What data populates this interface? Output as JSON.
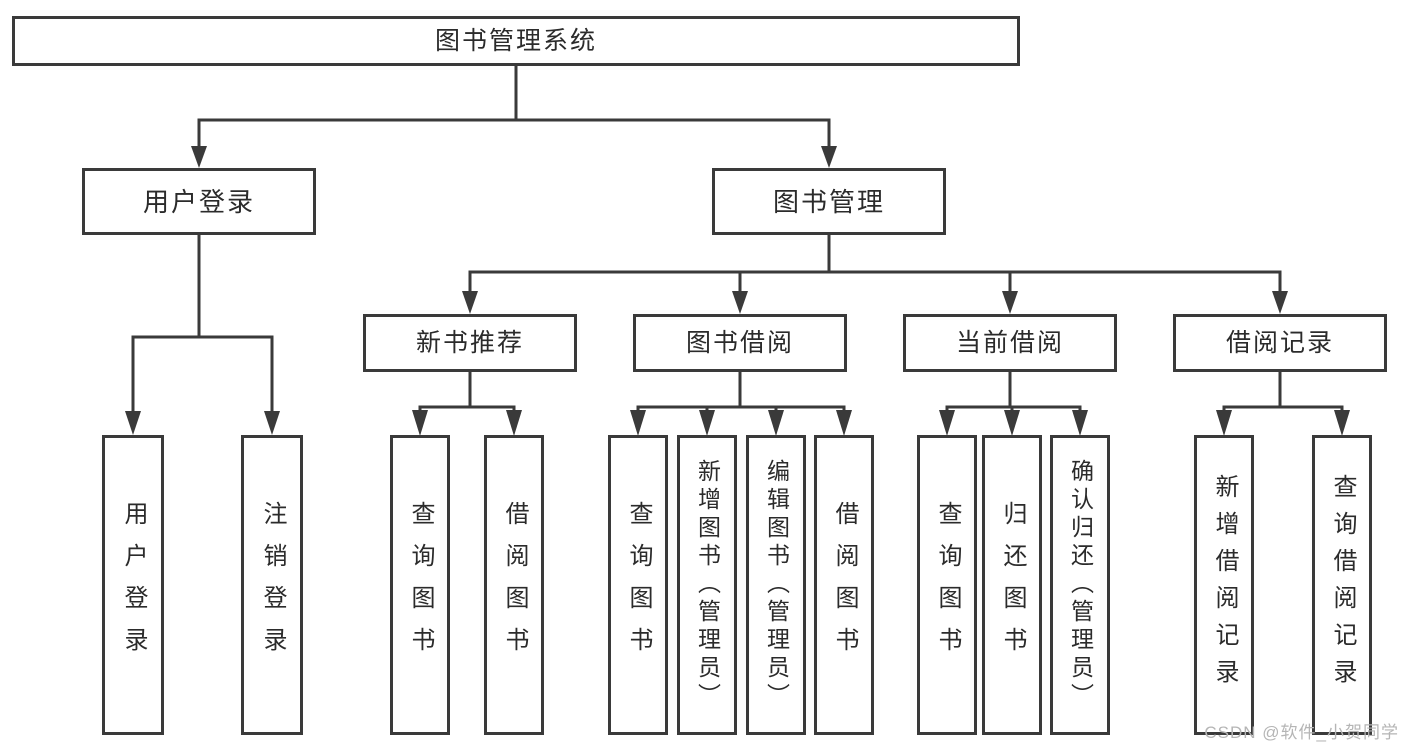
{
  "diagram_title": "图书管理系统",
  "watermark": "CSDN @软件_小贺同学",
  "colors": {
    "line": "#3a3a3a",
    "box_background": "#ffffff",
    "text": "#2b2b2b",
    "watermark": "#b5b5b5"
  },
  "nodes": {
    "root": "图书管理系统",
    "level2": [
      "用户登录",
      "图书管理"
    ],
    "level3": [
      "新书推荐",
      "图书借阅",
      "当前借阅",
      "借阅记录"
    ],
    "leaves_user_login": [
      "用户登录",
      "注销登录"
    ],
    "leaves_new_books": [
      "查询图书",
      "借阅图书"
    ],
    "leaves_book_borrow": [
      "查询图书",
      "新增图书（管理员）",
      "编辑图书（管理员）",
      "借阅图书"
    ],
    "leaves_current_borrow": [
      "查询图书",
      "归还图书",
      "确认归还（管理员）"
    ],
    "leaves_borrow_records": [
      "新增借阅记录",
      "查询借阅记录"
    ]
  }
}
